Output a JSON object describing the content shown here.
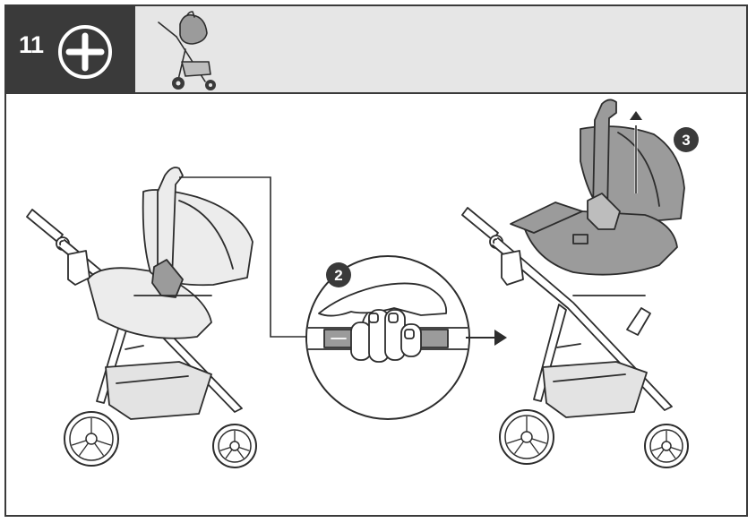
{
  "header": {
    "step_number": "11",
    "action_icon": "plus-circle-icon"
  },
  "steps": [
    {
      "number": "2"
    },
    {
      "number": "3"
    }
  ],
  "colors": {
    "header_dark": "#3a3a3a",
    "header_light": "#e6e6e6",
    "seat_fill": "#9b9b9b",
    "line": "#2d2d2d"
  }
}
